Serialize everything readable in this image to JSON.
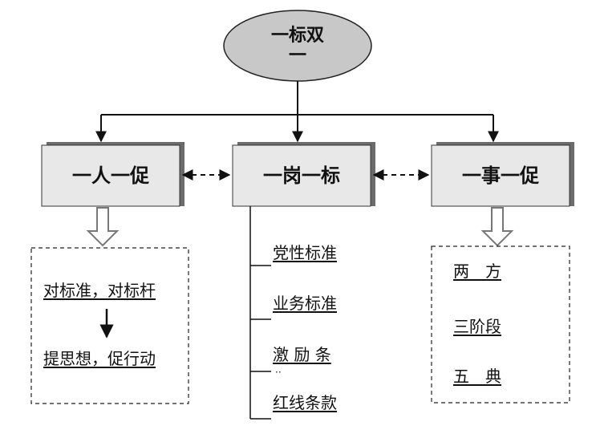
{
  "root": {
    "title_line1": "一标双",
    "title_line2": "一"
  },
  "boxes": {
    "left": {
      "title": "一人一促"
    },
    "center": {
      "title": "一岗一标"
    },
    "right": {
      "title": "一事一促"
    }
  },
  "left_panel": {
    "line1": "对标准，对标杆",
    "line2": "提思想，促行动"
  },
  "center_list": {
    "items": [
      "党性标准",
      "业务标准",
      "激 励 条",
      "红线条款"
    ],
    "fragment": "··"
  },
  "right_panel": {
    "items": [
      "两　方",
      "三阶段",
      "五　典"
    ]
  },
  "colors": {
    "box_fill": "#e8e8e8",
    "box_shadow": "#6b6b6b",
    "ellipse_fill": "#c8c8c8",
    "line": "#111111"
  }
}
